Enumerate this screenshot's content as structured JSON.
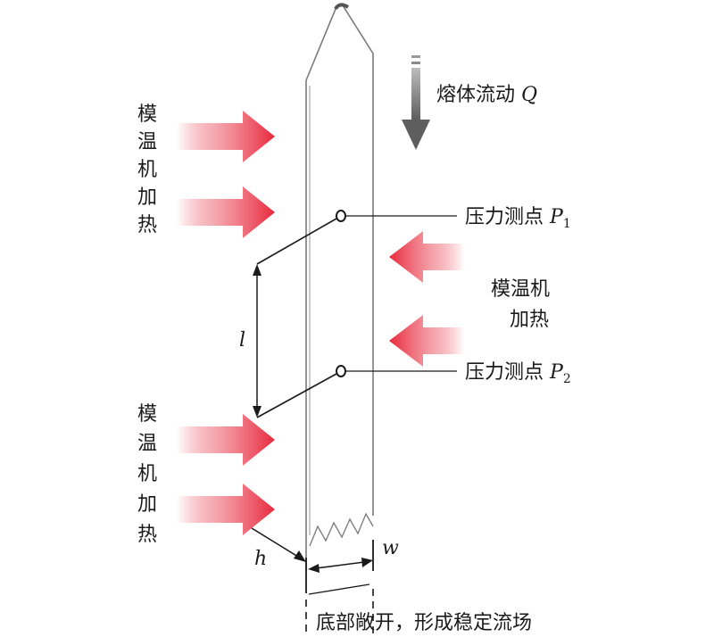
{
  "left_heater_top": {
    "chars": [
      "模",
      "温",
      "机",
      "加",
      "热"
    ]
  },
  "left_heater_bottom": {
    "chars": [
      "模",
      "温",
      "机",
      "加",
      "热"
    ]
  },
  "right_heater": {
    "line1": "模温机",
    "line2": "加热"
  },
  "flow_label": {
    "text": "熔体流动 ",
    "symbol": "Q"
  },
  "sensor1": {
    "text": "压力测点 ",
    "symbol": "P",
    "sub": "1"
  },
  "sensor2": {
    "text": "压力测点 ",
    "symbol": "P",
    "sub": "2"
  },
  "dim_l": "l",
  "dim_h": "h",
  "dim_w": "w",
  "bottom_note": "底部敞开，形成稳定流场",
  "colors": {
    "heat_arrow": "#e8283c",
    "flow_arrow": "#6e6e6e",
    "line": "#1a1a1a",
    "slit_edge": "#7a7a7a"
  }
}
